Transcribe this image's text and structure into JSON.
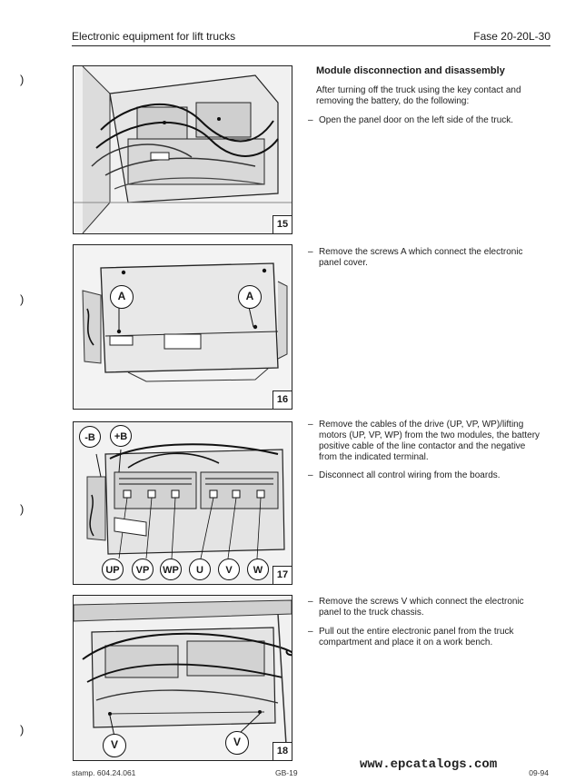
{
  "header": {
    "left": "Electronic equipment for lift trucks",
    "right": "Fase 20-20L-30"
  },
  "binding_mark": ")",
  "section": {
    "title": "Module disconnection and disassembly",
    "intro": "After turning off the truck using the key contact and removing the battery, do the following:"
  },
  "steps": [
    {
      "dash": "–",
      "text": "Open the panel door on the left side of the truck."
    },
    {
      "dash": "–",
      "text": "Remove the screws A which connect the electronic panel cover."
    },
    {
      "dash": "–",
      "text": "Remove the cables of the drive (UP, VP, WP)/lifting motors (UP, VP, WP) from the two modules, the battery positive cable of the line contactor and the negative from the indicated terminal."
    },
    {
      "dash": "–",
      "text": "Disconnect all control wiring from the boards."
    },
    {
      "dash": "–",
      "text": "Remove the screws V which connect the electronic panel to the truck chassis."
    },
    {
      "dash": "–",
      "text": "Pull out the entire electronic panel from the truck compartment and place it on a work bench."
    }
  ],
  "figures": [
    {
      "number": "15",
      "callouts": []
    },
    {
      "number": "16",
      "callouts": [
        "A",
        "A"
      ]
    },
    {
      "number": "17",
      "callouts": [
        "-B",
        "+B",
        "UP",
        "VP",
        "WP",
        "U",
        "V",
        "W"
      ]
    },
    {
      "number": "18",
      "callouts": [
        "V",
        "V"
      ]
    }
  ],
  "footer": {
    "left": "stamp. 604.24.061",
    "center": "GB-19",
    "right": "09-94"
  },
  "watermark": "www.epcatalogs.com",
  "colors": {
    "ink": "#1a1a1a",
    "photo_bg": "#f4f4f4"
  }
}
